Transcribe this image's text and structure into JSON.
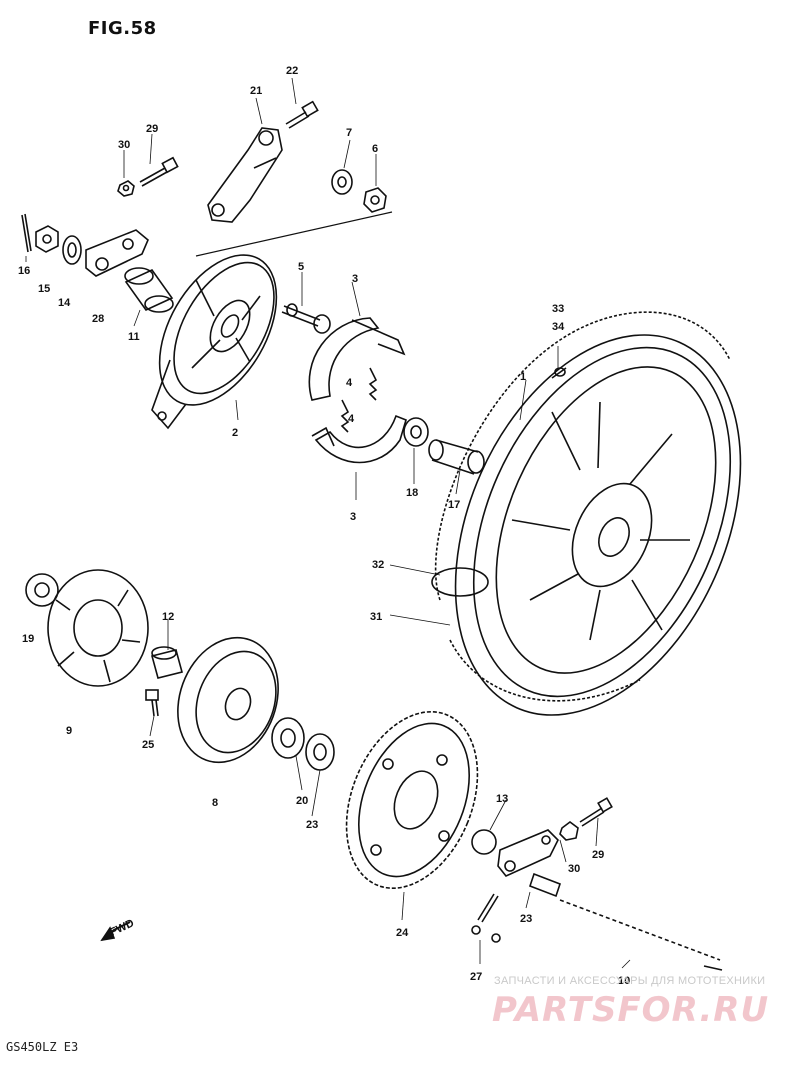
{
  "figure": {
    "title": "FIG.58",
    "model_code": "GS450LZ E3"
  },
  "watermark": {
    "caption": "ЗАПЧАСТИ И АКСЕССУАРЫ ДЛЯ МОТОТЕХНИКИ",
    "logo": "PARTSFOR.RU",
    "logo_color": "#f2c6cc"
  },
  "arrow_label": "FWD",
  "callouts": [
    "22",
    "21",
    "30",
    "29",
    "7",
    "6",
    "16",
    "15",
    "14",
    "28",
    "11",
    "5",
    "3",
    "4",
    "4",
    "2",
    "3",
    "18",
    "17",
    "33",
    "34",
    "1",
    "32",
    "31",
    "19",
    "9",
    "12",
    "25",
    "8",
    "20",
    "23",
    "24",
    "13",
    "29",
    "30",
    "23",
    "27",
    "10"
  ]
}
